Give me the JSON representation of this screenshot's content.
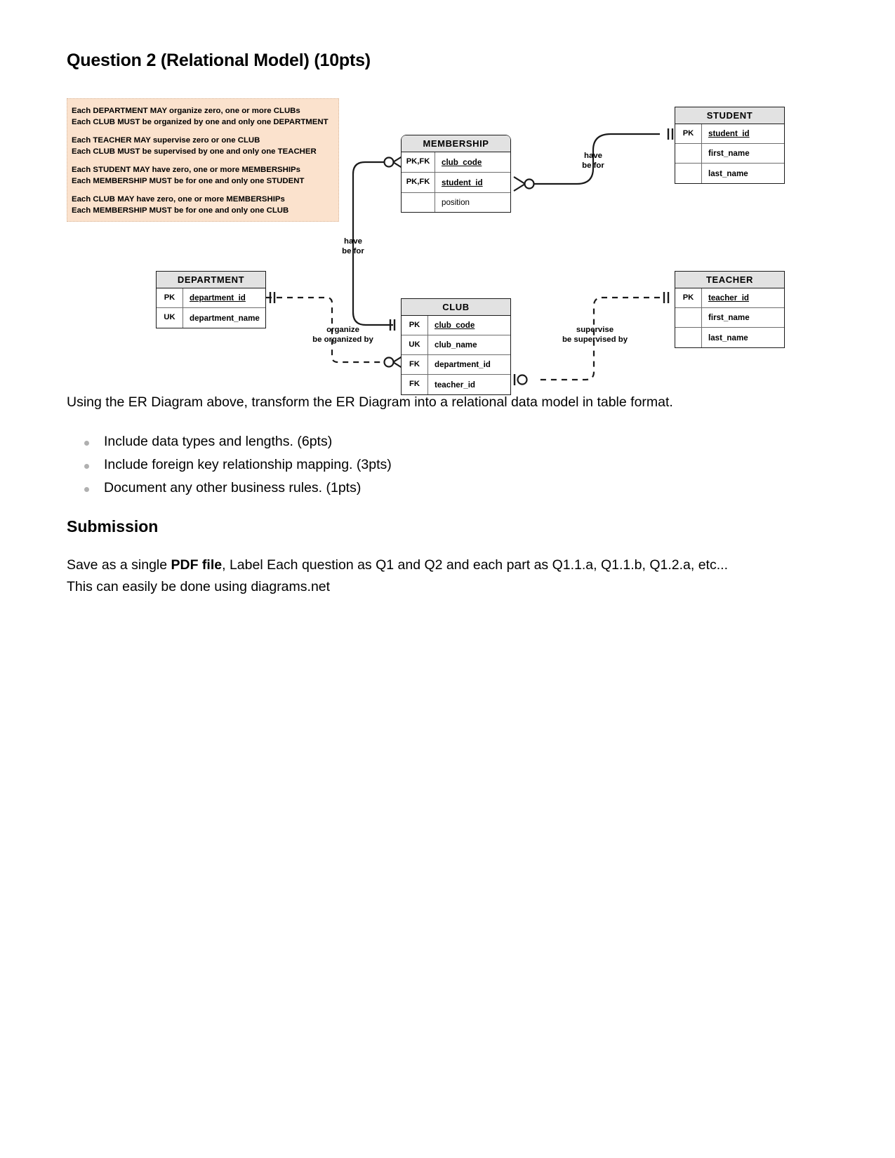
{
  "question": {
    "title": "Question 2 (Relational Model) (10pts)",
    "prompt": "Using the ER Diagram above, transform the ER Diagram into a relational data model in table format.",
    "bullets": [
      "Include data types and lengths. (6pts)",
      "Include foreign key relationship mapping. (3pts)",
      "Document any other business rules. (1pts)"
    ]
  },
  "submission": {
    "heading": "Submission",
    "line1_before_bold": "Save as a single ",
    "line1_bold": "PDF file",
    "line1_after_bold": ", Label Each question as Q1 and Q2 and each part as Q1.1.a, Q1.1.b, Q1.2.a, etc...",
    "line2": "This can easily be done using diagrams.net"
  },
  "business_rules": {
    "background_color": "#fbe2cd",
    "groups": [
      [
        "Each DEPARTMENT MAY organize zero, one or more CLUBs",
        "Each CLUB MUST be organized by one and only one DEPARTMENT"
      ],
      [
        "Each TEACHER MAY supervise zero or one CLUB",
        "Each CLUB MUST be supervised by one and only one TEACHER"
      ],
      [
        "Each STUDENT MAY have zero, one or more MEMBERSHIPs",
        "Each MEMBERSHIP MUST be for one and only one STUDENT"
      ],
      [
        "Each CLUB MAY have zero, one or more MEMBERSHIPs",
        "Each MEMBERSHIP MUST be for one and only one CLUB"
      ]
    ]
  },
  "erd": {
    "header_color": "#e2e2e2",
    "entities": {
      "membership": {
        "name": "MEMBERSHIP",
        "attributes": [
          {
            "key": "PK,FK",
            "name": "club_code",
            "underline": true
          },
          {
            "key": "PK,FK",
            "name": "student_id",
            "underline": true
          },
          {
            "key": "",
            "name": "position",
            "underline": false
          }
        ]
      },
      "student": {
        "name": "STUDENT",
        "attributes": [
          {
            "key": "PK",
            "name": "student_id",
            "underline": true
          },
          {
            "key": "",
            "name": "first_name",
            "underline": false
          },
          {
            "key": "",
            "name": "last_name",
            "underline": false
          }
        ]
      },
      "department": {
        "name": "DEPARTMENT",
        "attributes": [
          {
            "key": "PK",
            "name": "department_id",
            "underline": true
          },
          {
            "key": "UK",
            "name": "department_name",
            "underline": false
          }
        ]
      },
      "club": {
        "name": "CLUB",
        "attributes": [
          {
            "key": "PK",
            "name": "club_code",
            "underline": true
          },
          {
            "key": "UK",
            "name": "club_name",
            "underline": false
          },
          {
            "key": "FK",
            "name": "department_id",
            "underline": false
          },
          {
            "key": "FK",
            "name": "teacher_id",
            "underline": false
          }
        ]
      },
      "teacher": {
        "name": "TEACHER",
        "attributes": [
          {
            "key": "PK",
            "name": "teacher_id",
            "underline": true
          },
          {
            "key": "",
            "name": "first_name",
            "underline": false
          },
          {
            "key": "",
            "name": "last_name",
            "underline": false
          }
        ]
      }
    },
    "relationships": {
      "student_membership": {
        "verb": "have",
        "inverse": "be for"
      },
      "club_membership": {
        "verb": "have",
        "inverse": "be for"
      },
      "department_club": {
        "verb": "organize",
        "inverse": "be organized by"
      },
      "teacher_club": {
        "verb": "supervise",
        "inverse": "be supervised by"
      }
    }
  }
}
